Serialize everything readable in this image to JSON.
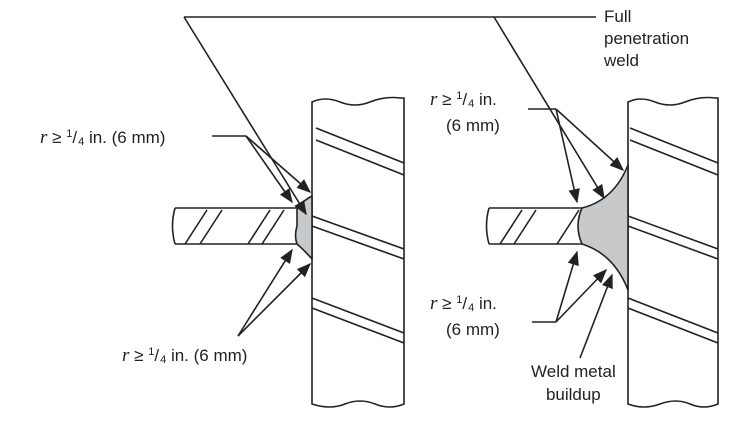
{
  "labels": {
    "full_penetration": [
      "Full",
      "penetration",
      "weld"
    ],
    "radius": {
      "var": "r",
      "ge": "≥",
      "num": "1",
      "den": "4",
      "unit": "in.",
      "mm_inline": "(6 mm)",
      "mm_line": "(6 mm)"
    },
    "buildup": [
      "Weld metal",
      "buildup"
    ]
  },
  "colors": {
    "line": "#222222",
    "weld_fill": "#c8c9cb",
    "background": "#ffffff"
  }
}
